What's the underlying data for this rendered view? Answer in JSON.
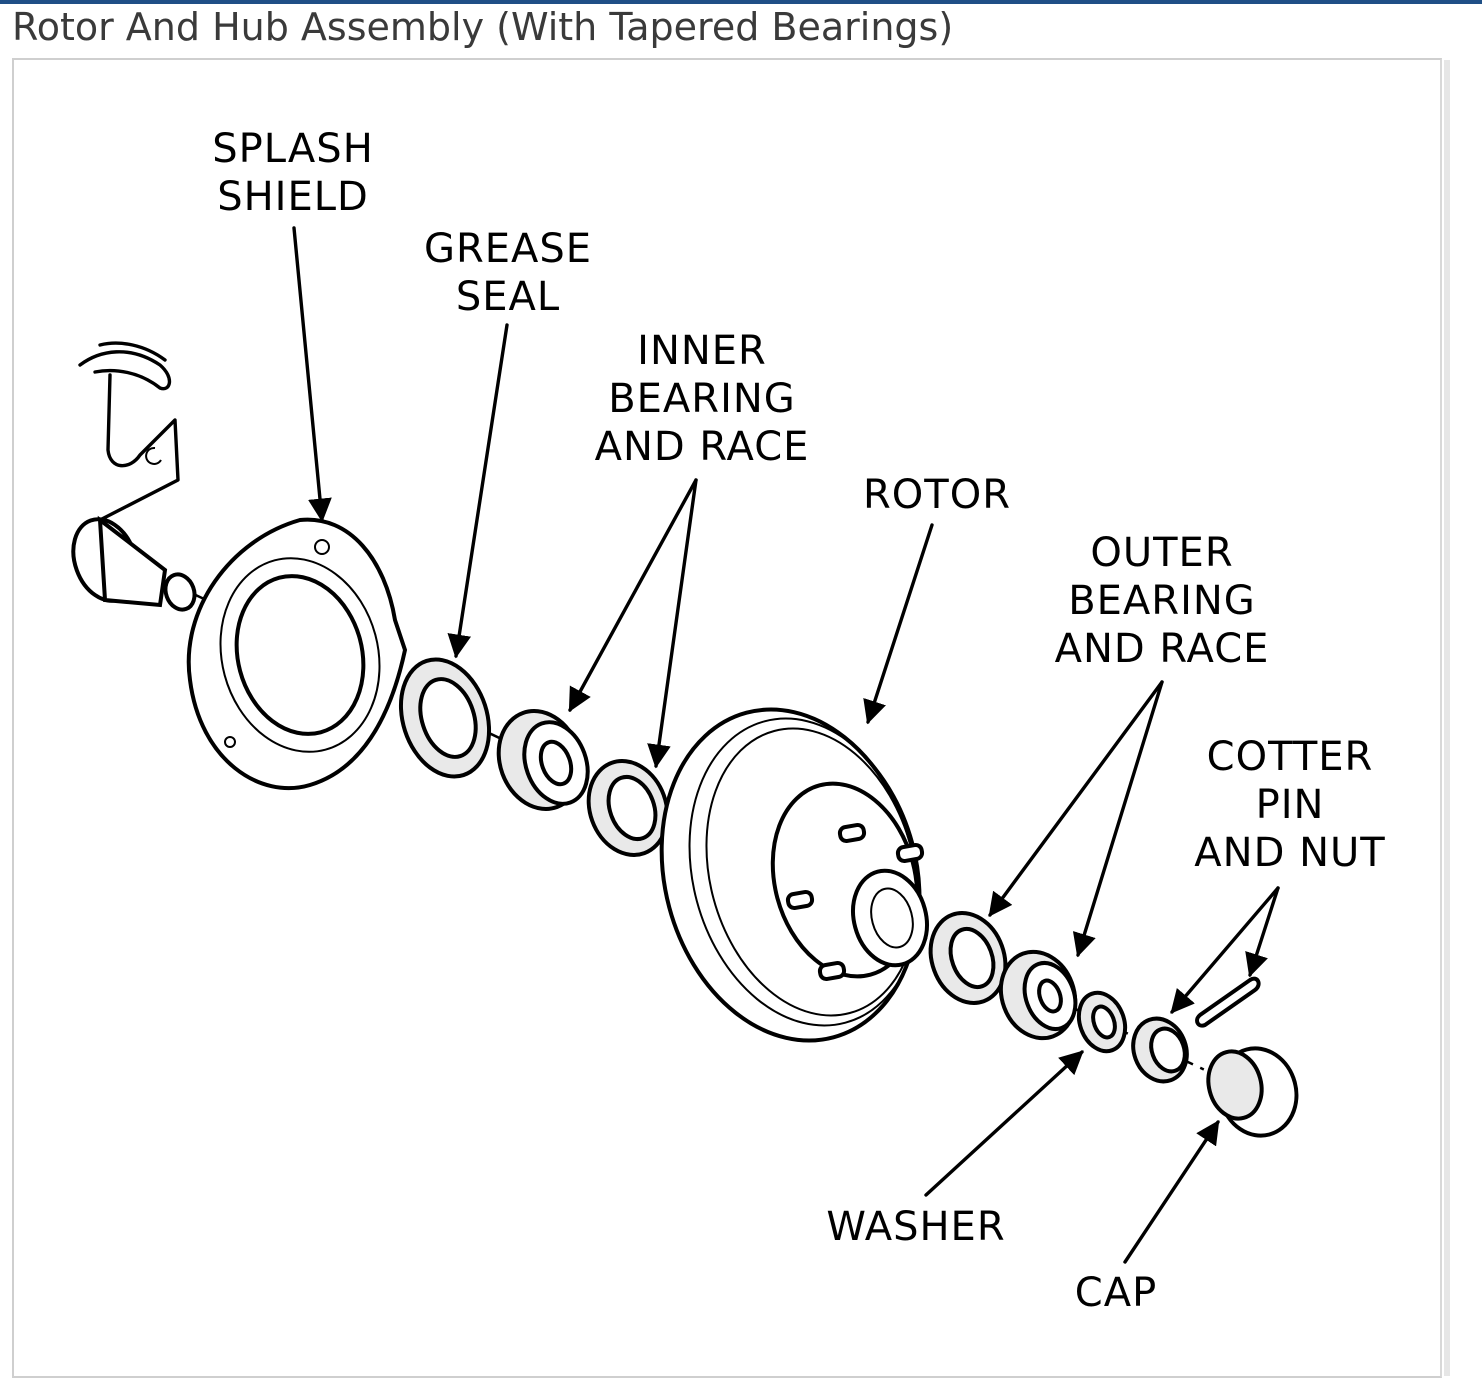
{
  "title": "Rotor And Hub Assembly (With Tapered Bearings)",
  "labels": {
    "splash_shield": [
      "SPLASH",
      "SHIELD"
    ],
    "grease_seal": [
      "GREASE",
      "SEAL"
    ],
    "inner_bearing": [
      "INNER",
      "BEARING",
      "AND RACE"
    ],
    "rotor": [
      "ROTOR"
    ],
    "outer_bearing": [
      "OUTER",
      "BEARING",
      "AND RACE"
    ],
    "cotter_pin": [
      "COTTER",
      "PIN",
      "AND NUT"
    ],
    "washer": [
      "WASHER"
    ],
    "cap": [
      "CAP"
    ]
  },
  "colors": {
    "accent_bar": "#1f4f86",
    "title_text": "#3a3a3a",
    "frame_border": "#cfcfcf"
  }
}
